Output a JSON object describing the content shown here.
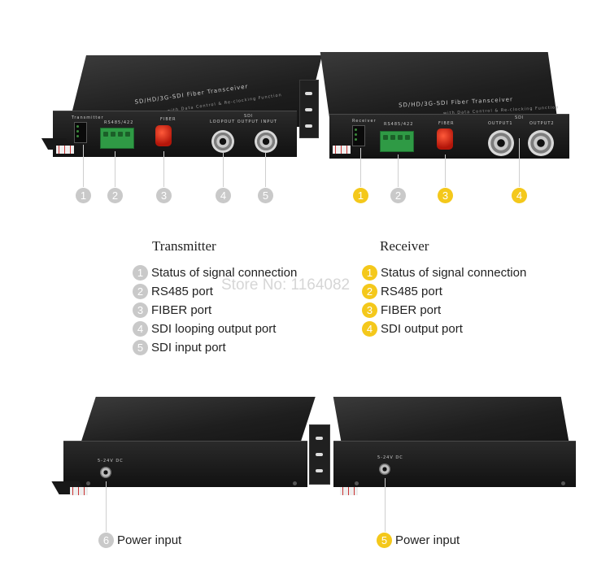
{
  "top_devices": {
    "transmitter": {
      "model_text": "SD/HD/3G-SDI Fiber Transceiver",
      "sub_text": "with Data Control & Re-clocking Function",
      "panel_label": "Transmitter",
      "rs485_label": "RS485/422",
      "fiber_label": "FIBER",
      "sdi_label": "SDI",
      "loop_label": "LOOPOUT OUTPUT",
      "input_label": "INPUT"
    },
    "receiver": {
      "model_text": "SD/HD/3G-SDI Fiber Transceiver",
      "sub_text": "with Data Control & Re-clocking Function",
      "panel_label": "Receiver",
      "rs485_label": "RS485/422",
      "fiber_label": "FIBER",
      "sdi_label": "SDI",
      "out1_label": "OUTPUT1",
      "out2_label": "OUTPUT2"
    }
  },
  "callouts_top_left": [
    "1",
    "2",
    "3",
    "4",
    "5"
  ],
  "callouts_top_right": [
    "1",
    "2",
    "3",
    "4"
  ],
  "legend": {
    "transmitter": {
      "heading": "Transmitter",
      "items": [
        {
          "num": "1",
          "text": "Status of signal connection"
        },
        {
          "num": "2",
          "text": "RS485 port"
        },
        {
          "num": "3",
          "text": "FIBER port"
        },
        {
          "num": "4",
          "text": "SDI looping output port"
        },
        {
          "num": "5",
          "text": "SDI input port"
        }
      ]
    },
    "receiver": {
      "heading": "Receiver",
      "items": [
        {
          "num": "1",
          "text": "Status of signal connection"
        },
        {
          "num": "2",
          "text": "RS485 port"
        },
        {
          "num": "3",
          "text": "FIBER port"
        },
        {
          "num": "4",
          "text": "SDI output port"
        }
      ]
    }
  },
  "watermark": "Store No: 1164082",
  "bottom_devices": {
    "left_power_label": "5-24V DC",
    "right_power_label": "5-24V DC",
    "left_callout": {
      "num": "6",
      "text": "Power input"
    },
    "right_callout": {
      "num": "5",
      "text": "Power input"
    }
  },
  "colors": {
    "gray_circle": "#c9c9c9",
    "yellow_circle": "#f4c81b",
    "device_body": "#1e1e1e"
  }
}
